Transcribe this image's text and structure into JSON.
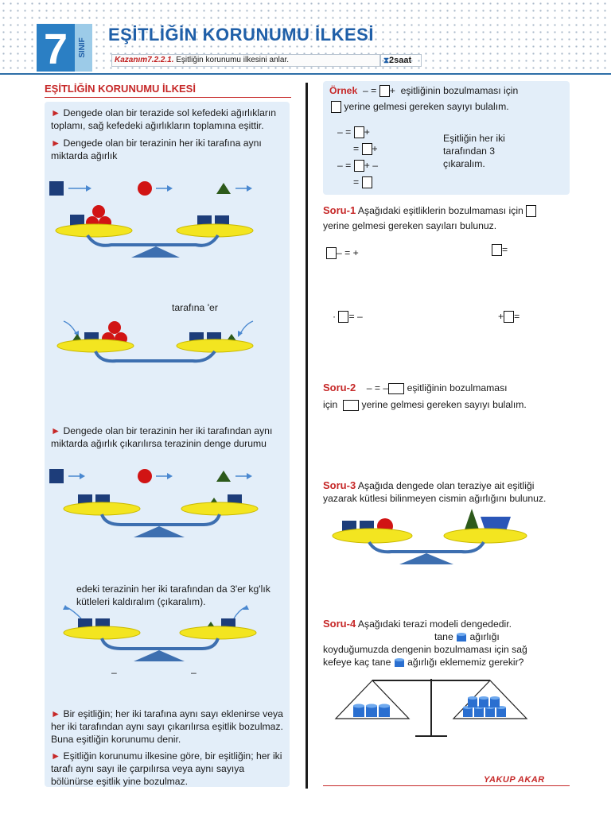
{
  "header": {
    "grade_number": "7",
    "grade_word": "SINIF",
    "title": "EŞİTLİĞİN KORUNUMU İLKESİ",
    "kazanim_label": "Kazanım7.2.2.1.",
    "kazanim_text": "Eşitliğin korunumu ilkesini anlar.",
    "duration": "2saat"
  },
  "left": {
    "section_title": "EŞİTLİĞİN KORUNUMU İLKESİ",
    "bullet_symbol": "►",
    "p1": "Dengede olan bir terazide sol kefedeki ağırlıkların toplamı, sağ kefedeki ağırlıkların toplamına eşittir.",
    "p2_line1": "Dengede olan bir terazinin her iki tarafına aynı",
    "p2_line2": "miktarda ağırlık",
    "p2_fragment": "tarafına   'er",
    "p3_line1": "Dengede olan bir terazinin her iki tarafından aynı",
    "p3_line2": "miktarda ağırlık çıkarılırsa terazinin denge durumu",
    "p4_line1": "edeki terazinin her iki tarafından da 3'er kg'lık",
    "p4_line2": "kütleleri kaldıralım (çıkaralım).",
    "minus_left": "–",
    "minus_right": "–",
    "p5": "Bir eşitliğin; her iki tarafına aynı sayı eklenirse veya her iki tarafından aynı sayı çıkarılırsa eşitlik bozulmaz. Buna eşitliğin korunumu denir.",
    "p6": "Eşitliğin korunumu ilkesine göre, bir eşitliğin; her iki tarafı aynı sayı ile çarpılırsa veya aynı sayıya bölünürse eşitlik yine bozulmaz."
  },
  "right": {
    "ornek_label": "Örnek",
    "ornek_eq_a": "–   =",
    "ornek_eq_b": "+",
    "ornek_text1": "eşitliğinin bozulmaması için",
    "ornek_text2": "yerine gelmesi gereken sayıyı bulalım.",
    "step1_a": "–   =",
    "step1_b": "+",
    "step2_a": "=",
    "step2_b": "+",
    "step3_a": "–   =",
    "step3_b": "+   –",
    "step4_a": "=",
    "ornek_note": "Eşitliğin her iki tarafından 3 çıkaralım.",
    "soru1_label": "Soru-1",
    "soru1_text1": "Aşağıdaki eşitliklerin bozulmaması için",
    "soru1_text2": "yerine gelmesi gereken sayıları bulunuz.",
    "s1a": "–   =     +",
    "s1b": "=",
    "s1c_pre": "·",
    "s1c": "= –",
    "s1d_pre": "+",
    "s1d": "=",
    "soru2_label": "Soru-2",
    "soru2_eq": "–   =     –",
    "soru2_text1": "eşitliğinin bozulmaması",
    "soru2_text2a": "için",
    "soru2_text2b": "yerine gelmesi gereken sayıyı bulalım.",
    "soru3_label": "Soru-3",
    "soru3_text": "Aşağıda dengede olan teraziye ait eşitliği yazarak kütlesi bilinmeyen cismin ağırlığını bulunuz.",
    "soru4_label": "Soru-4",
    "soru4_text1": "Aşağıdaki terazi modeli dengededir.",
    "soru4_text2a": "tane",
    "soru4_text2b": "ağırlığı",
    "soru4_text3": "koyduğumuzda dengenin bozulmaması için sağ",
    "soru4_text4a": "kefeye kaç tane",
    "soru4_text4b": "ağırlığı eklememiz gerekir?",
    "author": "YAKUP AKAR"
  },
  "colors": {
    "accent_blue": "#1f5fa8",
    "accent_red": "#c62828",
    "panel_bg": "#e3eef9",
    "pan_yellow": "#f3e520",
    "beam_blue": "#3d6fb0",
    "cube_navy": "#1d3d7a",
    "ball_red": "#d11414",
    "triangle_green": "#2d5a1b"
  }
}
